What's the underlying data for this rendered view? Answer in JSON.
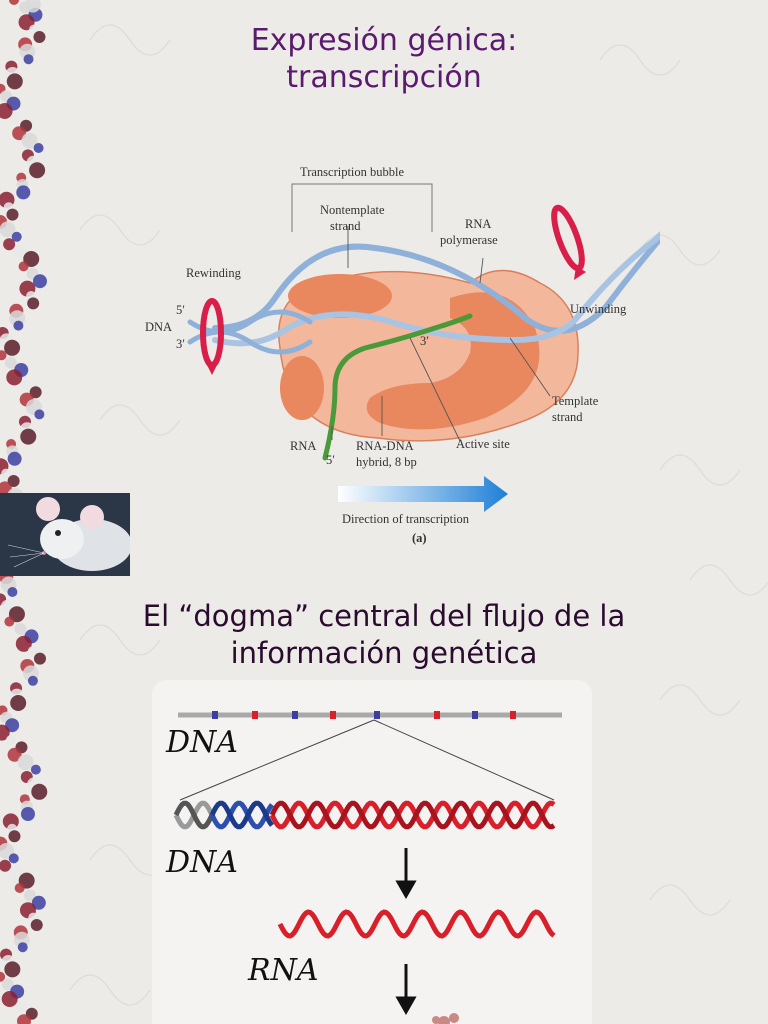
{
  "slide1": {
    "title_line1": "Expresión génica:",
    "title_line2": "transcripción",
    "figure": {
      "labels": {
        "transcription_bubble": "Transcription bubble",
        "nontemplate_1": "Nontemplate",
        "nontemplate_2": "strand",
        "rna_polymerase_1": "RNA",
        "rna_polymerase_2": "polymerase",
        "rewinding": "Rewinding",
        "unwinding": "Unwinding",
        "dna": "DNA",
        "five_prime_top": "5′",
        "three_prime_left": "3′",
        "three_prime_rna": "3′",
        "template_1": "Template",
        "template_2": "strand",
        "rna": "RNA",
        "five_prime_rna": "5′",
        "hybrid_1": "RNA-DNA",
        "hybrid_2": "hybrid, 8 bp",
        "active_site": "Active site",
        "direction": "Direction of transcription",
        "panel": "(a)"
      }
    }
  },
  "slide2": {
    "title_line1": "El “dogma” central del flujo de la",
    "title_line2": "información genética",
    "labels": {
      "dna_top": "DNA",
      "dna_mid": "DNA",
      "rna": "RNA"
    }
  },
  "colors": {
    "title": "#5b1a6e",
    "polymerase": "#e9875f",
    "dna_strand": "#8fb0d8",
    "rna_strand": "#4a9a3a",
    "arrow_blue": "#1e7fd6",
    "helix_red": "#d81f2a",
    "helix_blue": "#2c4fb0"
  }
}
